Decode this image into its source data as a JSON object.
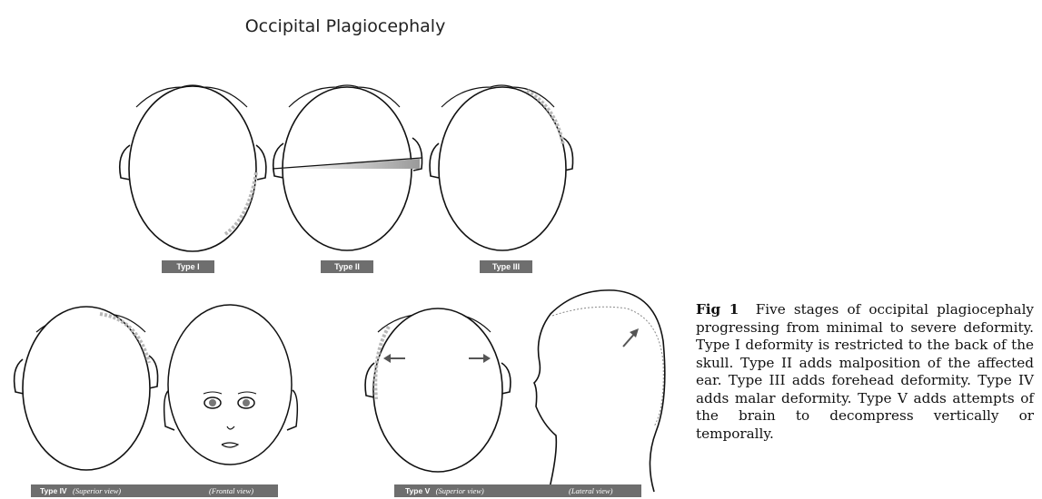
{
  "title": "Occipital Plagiocephaly",
  "labels": {
    "type1": "Type I",
    "type2": "Type II",
    "type3": "Type III",
    "type4": "Type IV",
    "type4_superior": "(Superior view)",
    "type4_frontal": "(Frontal view)",
    "type5": "Type V",
    "type5_superior": "(Superior view)",
    "type5_lateral": "(Lateral view)"
  },
  "caption": {
    "fig_no": "Fig 1",
    "text": "Five stages of occipital plagio­cephaly progressing from minimal to se­vere deformity. Type I deformity is re­stricted to the back of the skull. Type II adds malposition of the affected ear. Type III adds forehead deformity. Type IV adds malar deformity. Type V adds attempts of the brain to decompress vertically or temporally."
  },
  "colors": {
    "label_bg": "#6e6e6e",
    "outline": "#111111",
    "shading": "#b8b8b8"
  }
}
